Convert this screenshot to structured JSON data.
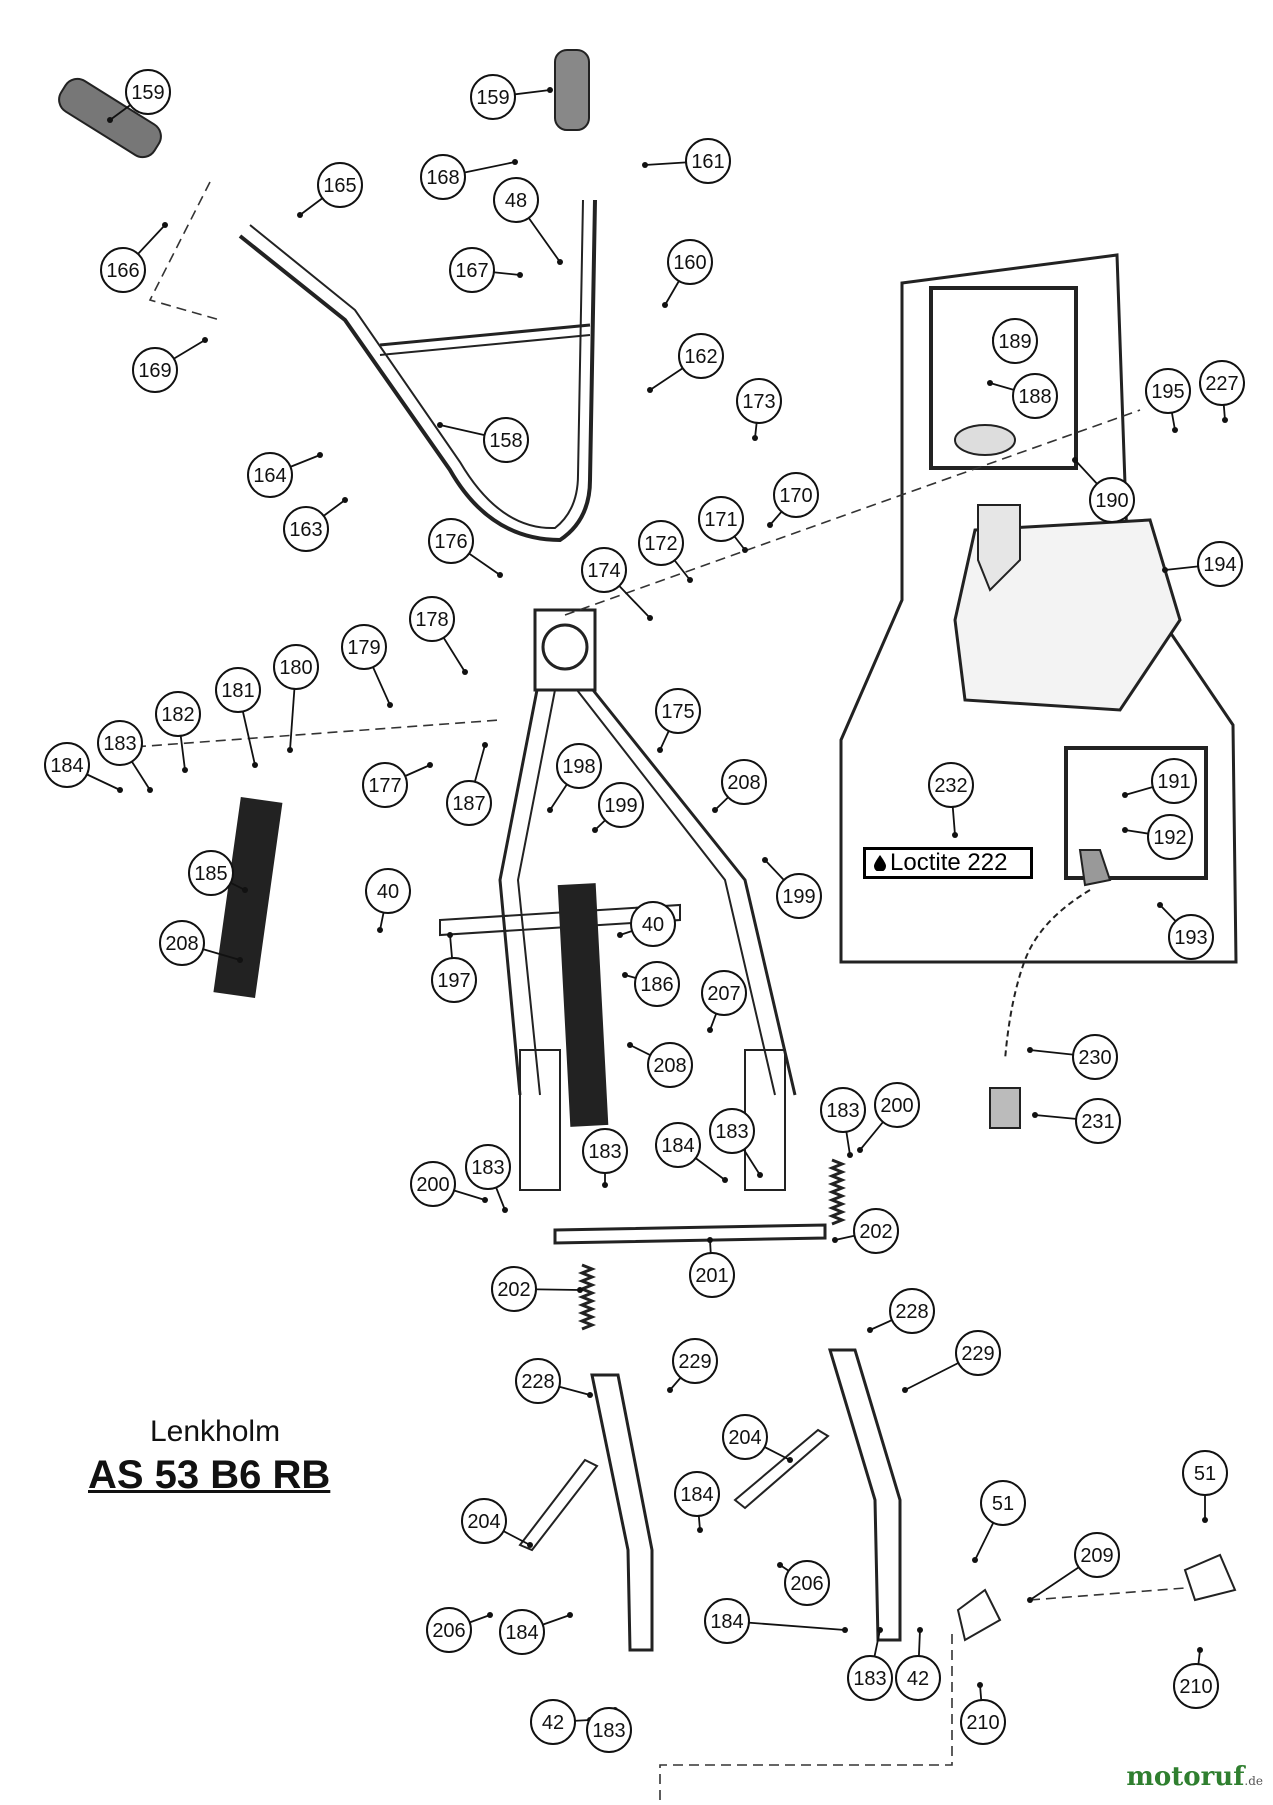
{
  "title": {
    "name": "Lenkholm",
    "model": "AS 53 B6 RB"
  },
  "loctite_label": "Loctite 222",
  "logo": {
    "text": "motoruf",
    "suffix": ".de"
  },
  "callouts": [
    {
      "label": "159"
    },
    {
      "label": "159"
    },
    {
      "label": "165"
    },
    {
      "label": "168"
    },
    {
      "label": "161"
    },
    {
      "label": "48"
    },
    {
      "label": "166"
    },
    {
      "label": "167"
    },
    {
      "label": "160"
    },
    {
      "label": "169"
    },
    {
      "label": "162"
    },
    {
      "label": "158"
    },
    {
      "label": "164"
    },
    {
      "label": "163"
    },
    {
      "label": "173"
    },
    {
      "label": "170"
    },
    {
      "label": "171"
    },
    {
      "label": "172"
    },
    {
      "label": "176"
    },
    {
      "label": "174"
    },
    {
      "label": "178"
    },
    {
      "label": "179"
    },
    {
      "label": "180"
    },
    {
      "label": "181"
    },
    {
      "label": "182"
    },
    {
      "label": "183"
    },
    {
      "label": "184"
    },
    {
      "label": "175"
    },
    {
      "label": "177"
    },
    {
      "label": "187"
    },
    {
      "label": "198"
    },
    {
      "label": "199"
    },
    {
      "label": "208"
    },
    {
      "label": "199"
    },
    {
      "label": "185"
    },
    {
      "label": "40"
    },
    {
      "label": "40"
    },
    {
      "label": "208"
    },
    {
      "label": "197"
    },
    {
      "label": "186"
    },
    {
      "label": "207"
    },
    {
      "label": "208"
    },
    {
      "label": "183"
    },
    {
      "label": "200"
    },
    {
      "label": "184"
    },
    {
      "label": "183"
    },
    {
      "label": "183"
    },
    {
      "label": "200"
    },
    {
      "label": "183"
    },
    {
      "label": "202"
    },
    {
      "label": "201"
    },
    {
      "label": "202"
    },
    {
      "label": "228"
    },
    {
      "label": "229"
    },
    {
      "label": "228"
    },
    {
      "label": "229"
    },
    {
      "label": "204"
    },
    {
      "label": "184"
    },
    {
      "label": "204"
    },
    {
      "label": "206"
    },
    {
      "label": "206"
    },
    {
      "label": "184"
    },
    {
      "label": "184"
    },
    {
      "label": "51"
    },
    {
      "label": "51"
    },
    {
      "label": "209"
    },
    {
      "label": "183"
    },
    {
      "label": "42"
    },
    {
      "label": "42"
    },
    {
      "label": "183"
    },
    {
      "label": "210"
    },
    {
      "label": "210"
    },
    {
      "label": "189"
    },
    {
      "label": "188"
    },
    {
      "label": "195"
    },
    {
      "label": "227"
    },
    {
      "label": "190"
    },
    {
      "label": "194"
    },
    {
      "label": "232"
    },
    {
      "label": "191"
    },
    {
      "label": "192"
    },
    {
      "label": "193"
    },
    {
      "label": "230"
    },
    {
      "label": "231"
    }
  ]
}
